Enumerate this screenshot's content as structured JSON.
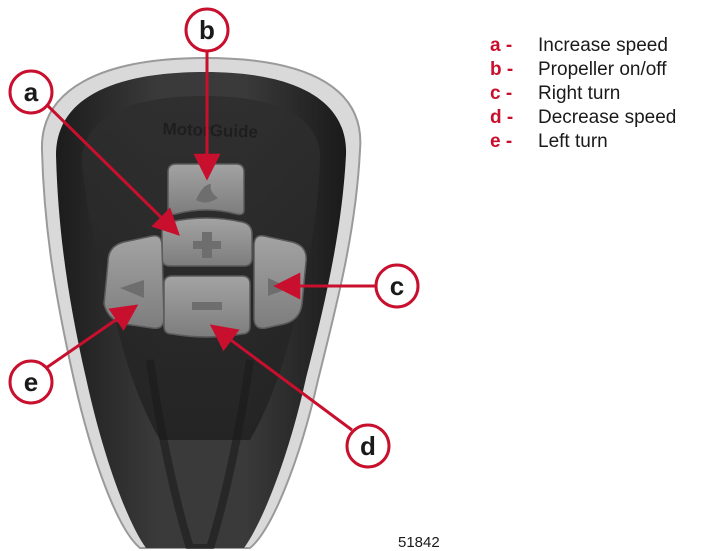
{
  "legend": {
    "items": [
      {
        "letter": "a",
        "separator": " -",
        "text": "Increase speed"
      },
      {
        "letter": "b",
        "separator": " -",
        "text": "Propeller on/off"
      },
      {
        "letter": "c",
        "separator": " -",
        "text": "Right turn"
      },
      {
        "letter": "d",
        "separator": " -",
        "text": "Decrease speed"
      },
      {
        "letter": "e",
        "separator": " -",
        "text": "Left turn"
      }
    ]
  },
  "callouts": {
    "a": "a",
    "b": "b",
    "c": "c",
    "d": "d",
    "e": "e"
  },
  "remote": {
    "brand": "MotorGuide"
  },
  "figure_number": "51842",
  "colors": {
    "accent": "#c8102e",
    "remote_body": "#2b2b2b",
    "button": "#8f8f8f"
  }
}
